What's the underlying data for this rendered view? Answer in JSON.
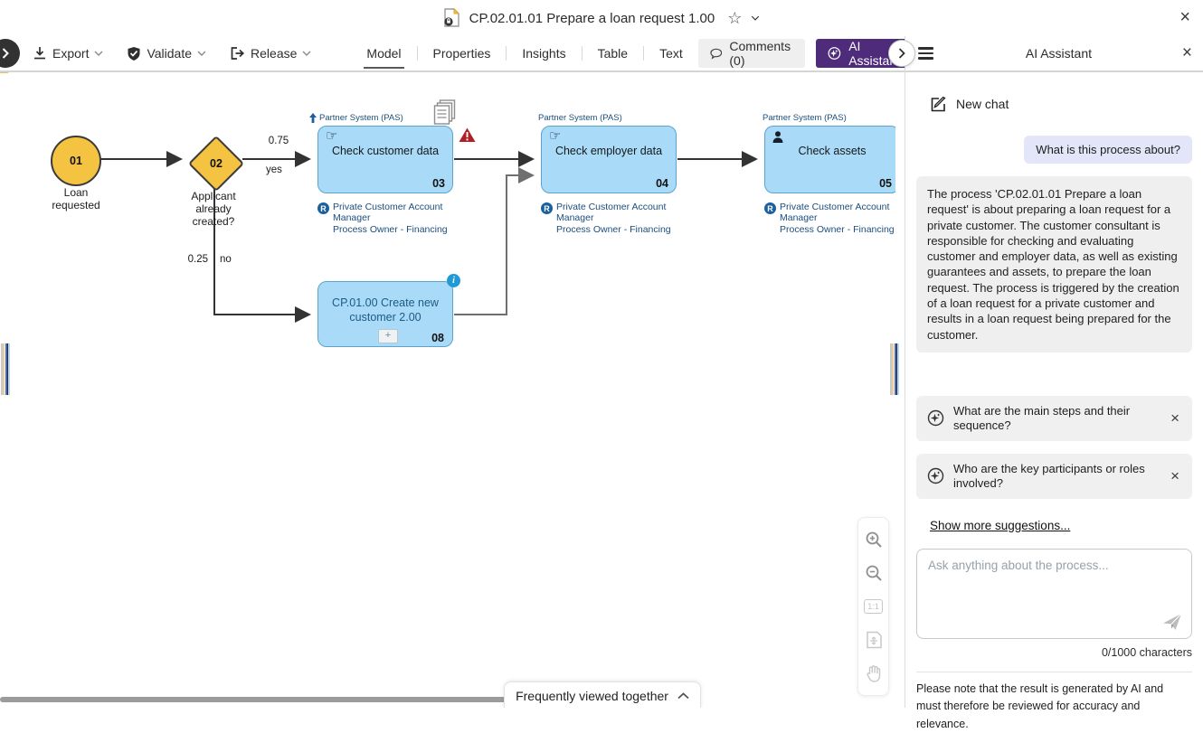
{
  "titlebar": {
    "title": "CP.02.01.01 Prepare a loan request 1.00",
    "star": "☆",
    "close": "×"
  },
  "toolbar": {
    "export_label": "Export",
    "validate_label": "Validate",
    "release_label": "Release",
    "tabs": [
      {
        "label": "Model"
      },
      {
        "label": "Properties"
      },
      {
        "label": "Insights"
      },
      {
        "label": "Table"
      },
      {
        "label": "Text"
      }
    ],
    "comments_label": "Comments (0)",
    "ai_assistant_label": "AI Assistant",
    "nav_chevron": "›",
    "collapse_chevron": "›",
    "overflow_chevron": "›"
  },
  "diagram": {
    "role_badge": "R",
    "start_event": {
      "id": "01",
      "label": "Loan requested"
    },
    "gateway": {
      "id": "02",
      "label": "Applicant already created?"
    },
    "edge_labels": {
      "yes_prob": "0.75",
      "yes": "yes",
      "no_prob": "0.25",
      "no": "no"
    },
    "tasks": [
      {
        "id": "03",
        "title": "Check customer data",
        "system": "Partner System (PAS)",
        "roles": [
          "Private Customer Account Manager",
          "Process Owner - Financing"
        ]
      },
      {
        "id": "04",
        "title": "Check employer data",
        "system": "Partner System (PAS)",
        "roles": [
          "Private Customer Account Manager",
          "Process Owner - Financing"
        ]
      },
      {
        "id": "05",
        "title": "Check assets",
        "system": "Partner System (PAS)",
        "roles": [
          "Private Customer Account Manager",
          "Process Owner - Financing"
        ]
      }
    ],
    "subprocess": {
      "id": "08",
      "title": "CP.01.00 Create new customer 2.00",
      "expand": "+",
      "info": "i"
    },
    "zoom_tools": {
      "one_to_one": "1:1"
    },
    "bottom_tab_label": "Frequently viewed together"
  },
  "ai_panel": {
    "title": "AI Assistant",
    "close": "×",
    "new_chat_label": "New chat",
    "user_question": "What is this process about?",
    "response": "The process 'CP.02.01.01 Prepare a loan request' is about preparing a loan request for a private customer. The customer consultant is responsible for checking and evaluating customer and employer data, as well as existing guarantees and assets, to prepare the loan request. The process is triggered by the creation of a loan request for a private customer and results in a loan request being prepared for the customer.",
    "suggestions": [
      {
        "label": "What are the main steps and their sequence?",
        "close": "×"
      },
      {
        "label": "Who are the key participants or roles involved?",
        "close": "×"
      }
    ],
    "show_more_label": "Show more suggestions...",
    "input_placeholder": "Ask anything about the process...",
    "char_counter": "0/1000 characters",
    "disclaimer": "Please note that the result is generated by AI and must therefore be reviewed for accuracy and relevance."
  },
  "icons": {
    "titlebar_model": "locked-model-icon",
    "toolbar": [
      "download-icon",
      "shield-check-icon",
      "release-icon",
      "comment-bubble-icon",
      "ai-sparkle-icon"
    ],
    "diagram": [
      "manual-task-hand-icon",
      "person-icon",
      "documents-stack-icon",
      "warning-triangle-icon",
      "info-icon",
      "system-up-arrow-icon"
    ],
    "palette": [
      "zoom-in-icon",
      "zoom-out-icon",
      "one-to-one-icon",
      "fit-to-screen-icon",
      "pan-hand-icon"
    ],
    "panel": [
      "hamburger-icon",
      "new-chat-compose-icon",
      "send-plane-icon"
    ]
  },
  "colors": {
    "accent_purple": "#4f2b7c",
    "task_fill": "#a9dbf9",
    "task_border": "#5ba4cf",
    "event_fill": "#f5c342",
    "warning_red": "#b01f24",
    "info_blue": "#1f9ad6",
    "annotation_navy": "#1b4e7e",
    "user_bubble": "#e3e5f9",
    "ai_bubble": "#efefef"
  }
}
